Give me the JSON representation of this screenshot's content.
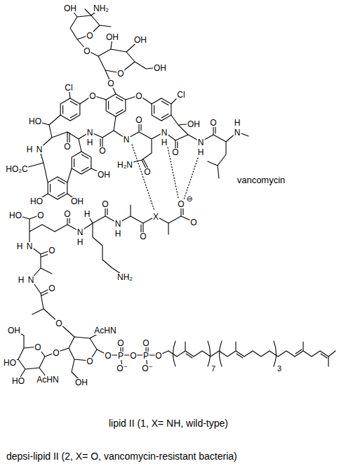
{
  "diagram": {
    "labels": [
      "OH",
      "NH₂",
      "O",
      "O",
      "OH",
      "OH",
      "O",
      "OH",
      "O",
      "O",
      "O",
      "Cl",
      "Cl",
      "HO",
      "OH",
      "O",
      "N",
      "N",
      "H",
      "O",
      "N",
      "H",
      "O",
      "N",
      "H",
      "O",
      "H₂N",
      "O",
      "N",
      "H",
      "O",
      "N",
      "H",
      "HO₂C",
      "OH",
      "HO",
      "OH",
      "vancomycin",
      "H",
      "O",
      "N",
      "H",
      "O",
      "X",
      "O",
      "⊖",
      "O",
      "NH₂",
      "N",
      "H",
      "O",
      "O",
      "HO",
      "N",
      "H",
      "O",
      "N",
      "H",
      "O",
      "O",
      "AcHN",
      "O",
      "OH",
      "O",
      "O",
      "HO",
      "HO",
      "AcHN",
      "OH",
      "O",
      "P",
      "O",
      "O⁻",
      "O",
      "P",
      "O",
      "O⁻",
      "O",
      "7",
      "3",
      "lipid II (1, X= NH, wild-type)",
      "depsi-lipid II (2, X= O, vancomycin-resistant bacteria)"
    ]
  }
}
